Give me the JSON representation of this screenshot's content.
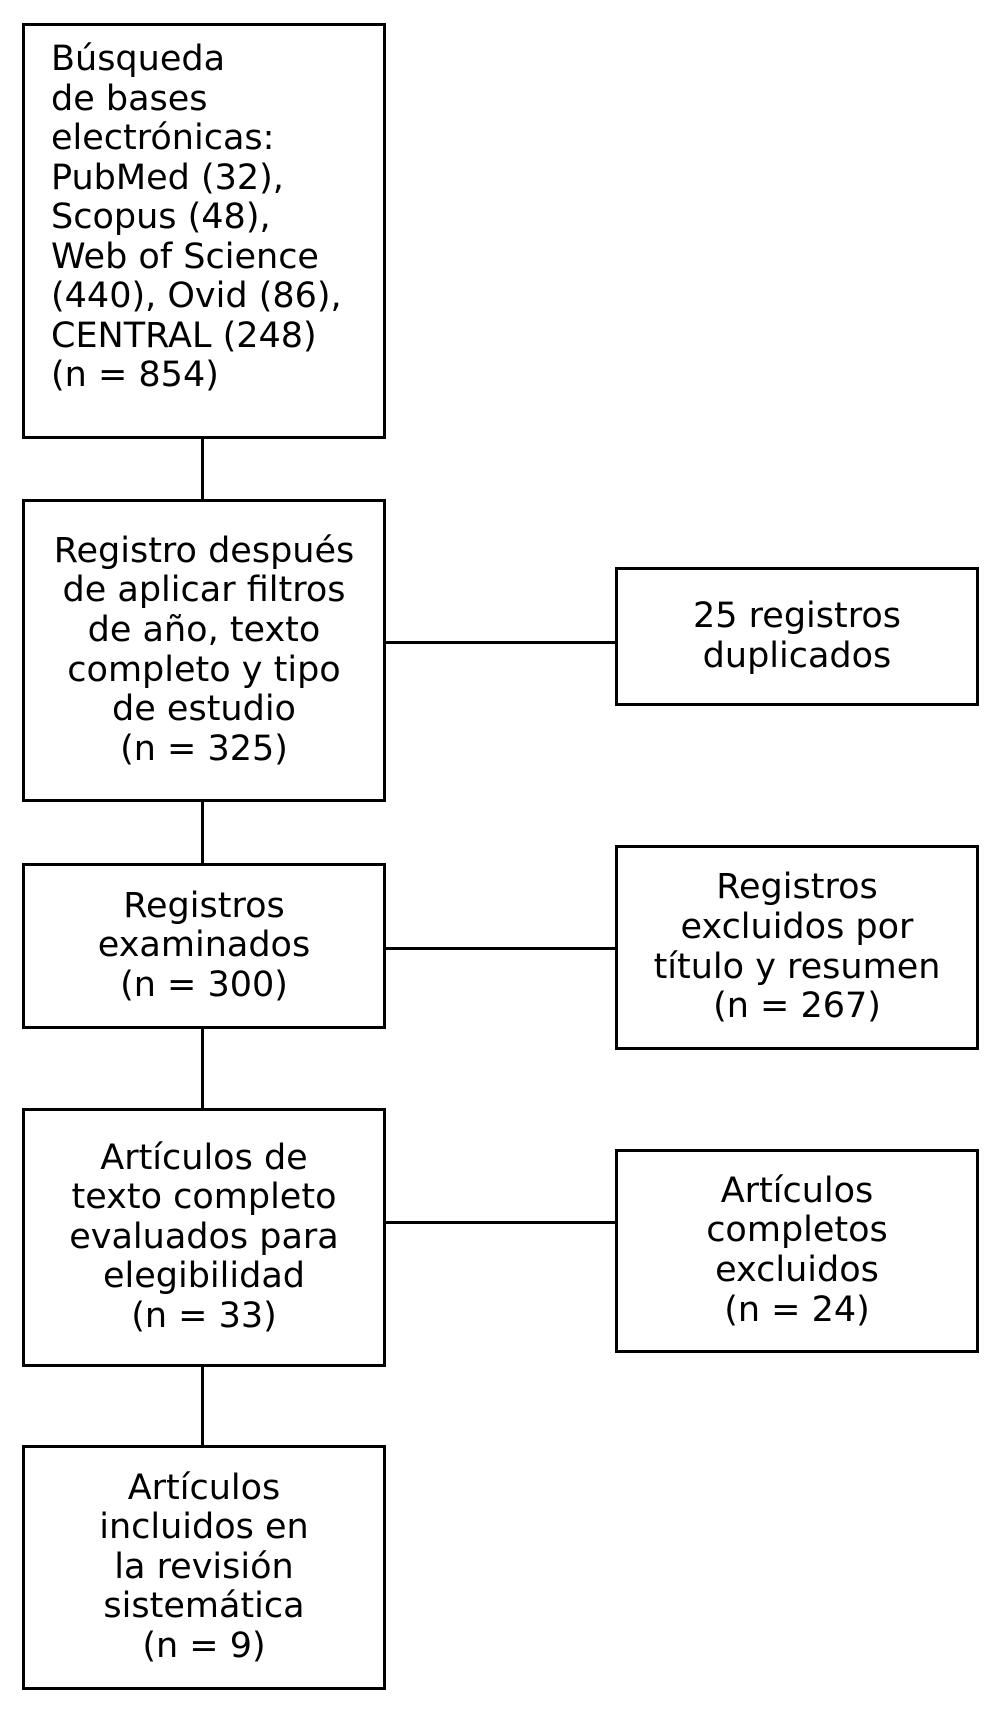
{
  "diagram": {
    "type": "flowchart",
    "language": "es",
    "colors": {
      "background": "#ffffff",
      "line": "#000000",
      "text": "#000000"
    },
    "main_boxes": [
      {
        "id": "database-search",
        "text": "Búsqueda\nde bases\nelectrónicas:\nPubMed (32),\nScopus (48),\nWeb of Science\n(440), Ovid (86),\nCENTRAL (248)\n(n = 854)",
        "n": "854",
        "sources": [
          {
            "name": "PubMed",
            "count": "32"
          },
          {
            "name": "Scopus",
            "count": "48"
          },
          {
            "name": "Web of Science",
            "count": "440"
          },
          {
            "name": "Ovid",
            "count": "86"
          },
          {
            "name": "CENTRAL",
            "count": "248"
          }
        ]
      },
      {
        "id": "after-filters",
        "text": "Registro después\nde aplicar filtros\nde año, texto\ncompleto y tipo\nde estudio\n(n = 325)",
        "n": "325"
      },
      {
        "id": "records-screened",
        "text": "Registros\nexaminados\n(n = 300)",
        "n": "300"
      },
      {
        "id": "fulltext-assessed",
        "text": "Artículos de\ntexto completo\nevaluados para\nelegibilidad\n(n = 33)",
        "n": "33"
      },
      {
        "id": "included-review",
        "text": "Artículos\nincluidos en\nla revisión\nsistemática\n(n = 9)",
        "n": "9"
      }
    ],
    "side_boxes": [
      {
        "id": "duplicates-removed",
        "text": "25 registros\nduplicados",
        "n": "25"
      },
      {
        "id": "excluded-title-abstract",
        "text": "Registros\nexcluidos por\ntítulo y resumen\n(n = 267)",
        "n": "267"
      },
      {
        "id": "fulltext-excluded",
        "text": "Artículos\ncompletos\nexcluidos\n(n = 24)",
        "n": "24"
      }
    ]
  }
}
